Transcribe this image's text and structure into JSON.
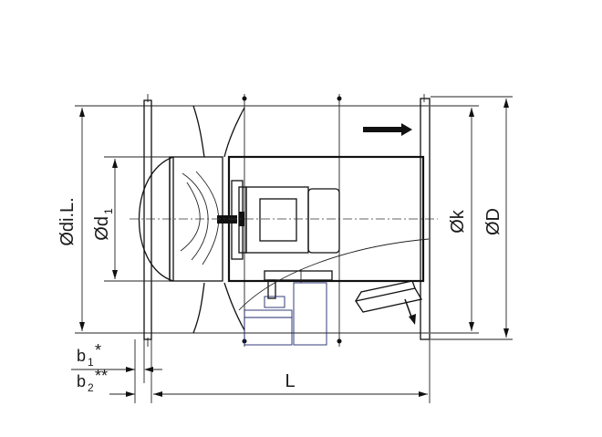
{
  "diagram": {
    "labels": {
      "d_il": "Ødi.L.",
      "d1_main": "Ød",
      "d1_sub": "1",
      "k": "Øk",
      "D": "ØD",
      "L": "L",
      "b1_main": "b",
      "b1_sub": "1",
      "b1_sup": "*",
      "b2_main": "b",
      "b2_sub": "2",
      "b2_sup": "**"
    },
    "colors": {
      "line": "#111111",
      "hidden_lines": "#1f2a6b"
    }
  }
}
